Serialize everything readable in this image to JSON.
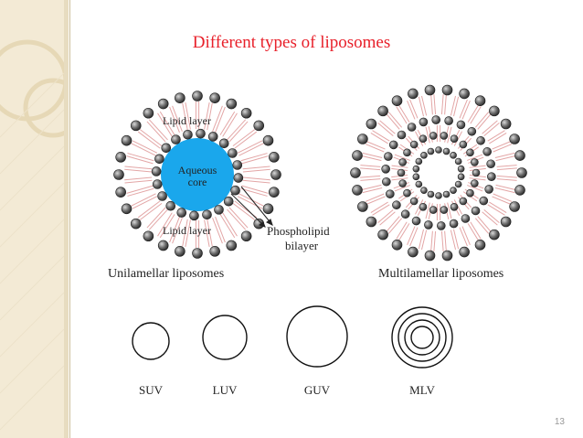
{
  "slide": {
    "title": "Different types of liposomes",
    "page_number": "13"
  },
  "unilamellar": {
    "lipid_layer_top": "Lipid layer",
    "lipid_layer_bottom": "Lipid layer",
    "core_line1": "Aqueous",
    "core_line2": "core",
    "bilayer_line1": "Phospholipid",
    "bilayer_line2": "bilayer",
    "caption": "Unilamellar liposomes"
  },
  "multilamellar": {
    "caption": "Multilamellar liposomes"
  },
  "vesicles": [
    {
      "label": "SUV"
    },
    {
      "label": "LUV"
    },
    {
      "label": "GUV"
    },
    {
      "label": "MLV"
    }
  ],
  "colors": {
    "title": "#e8202a",
    "aqueous_core": "#1aa7ec",
    "lipid_tail": "#e3a6a6",
    "lipid_head": "#3a3a3a"
  }
}
